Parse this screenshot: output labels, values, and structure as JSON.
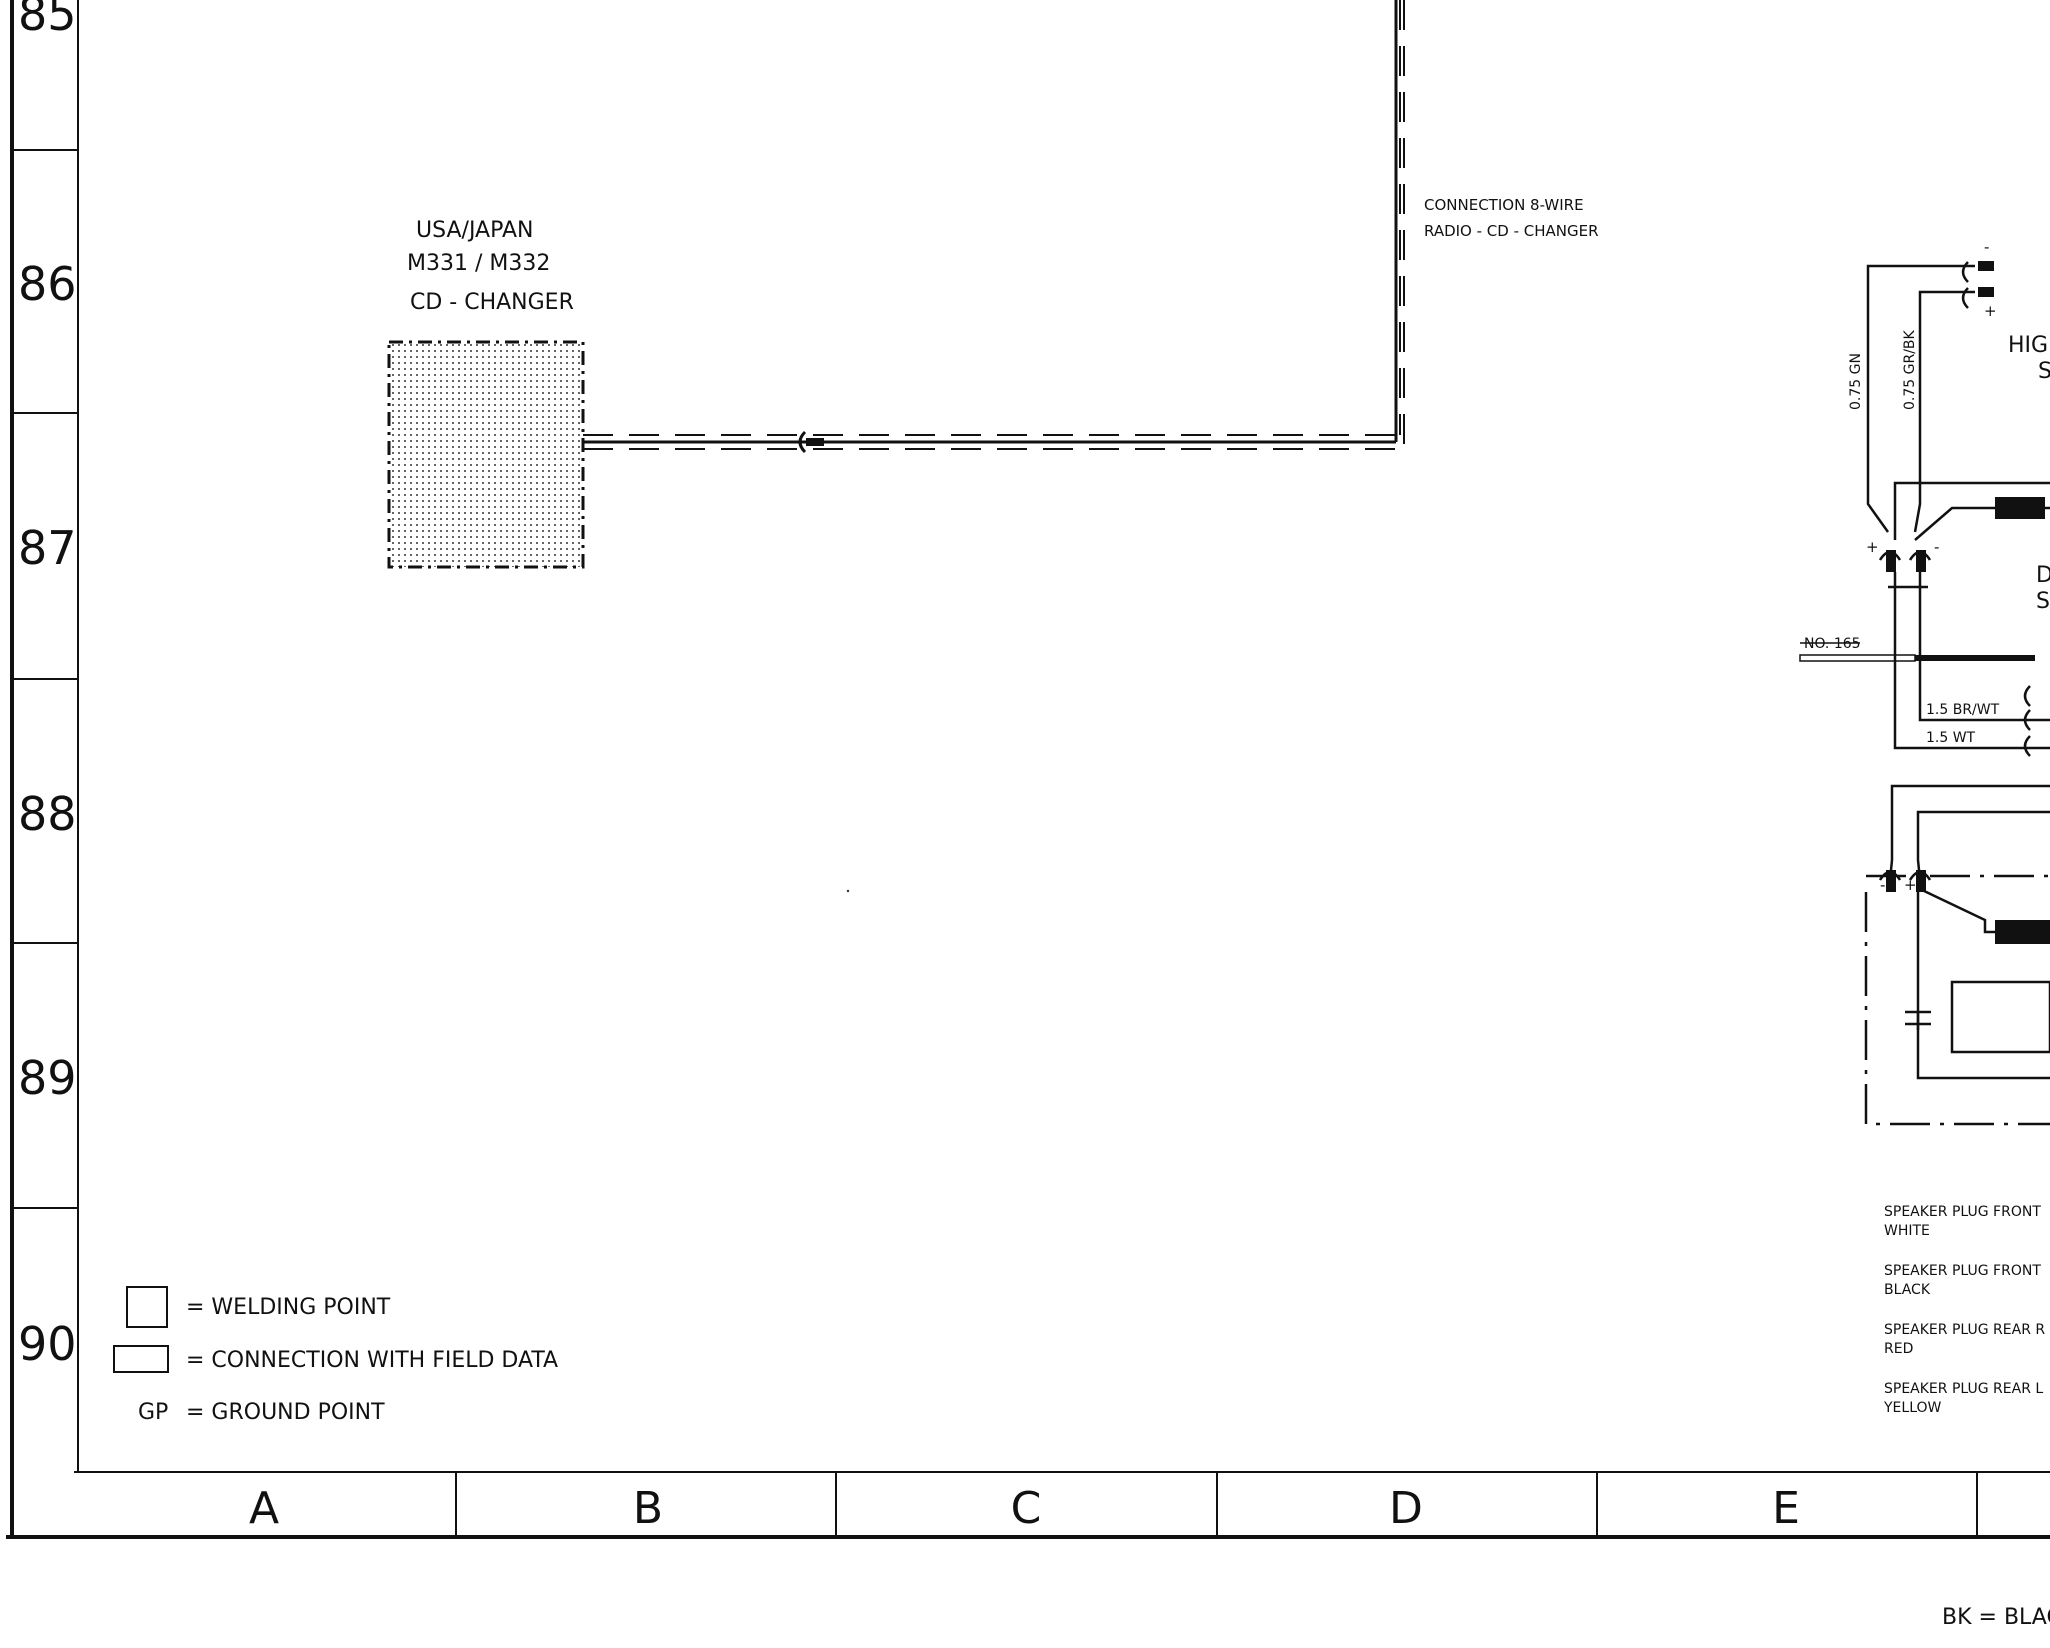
{
  "frame": {
    "rows": [
      "85",
      "86",
      "87",
      "88",
      "89",
      "90"
    ],
    "columns": [
      "A",
      "B",
      "C",
      "D",
      "E"
    ]
  },
  "cd_changer": {
    "region": "USA/JAPAN",
    "model": "M331 / M332",
    "name": "CD - CHANGER"
  },
  "connection": {
    "line1": "CONNECTION 8-WIRE",
    "line2": "RADIO - CD - CHANGER"
  },
  "right_side": {
    "high_label": "HIGH",
    "s_label": "S",
    "d_label": "D",
    "s2_label": "S",
    "wire_gn": "0.75 GN",
    "wire_grbk": "0.75 GR/BK",
    "no_label": "NO. 165",
    "wire_brwt": "1.5 BR/WT",
    "wire_wt": "1.5 WT",
    "plus": "+",
    "minus": "-"
  },
  "speaker_plugs": [
    {
      "line1": "SPEAKER PLUG FRONT",
      "line2": "WHITE"
    },
    {
      "line1": "SPEAKER PLUG FRONT",
      "line2": "BLACK"
    },
    {
      "line1": "SPEAKER PLUG REAR R",
      "line2": "RED"
    },
    {
      "line1": "SPEAKER PLUG REAR L",
      "line2": "YELLOW"
    }
  ],
  "legend": {
    "welding": "= WELDING POINT",
    "connection": "= CONNECTION WITH FIELD DATA",
    "gp_abbr": "GP",
    "ground": "= GROUND POINT"
  },
  "color_key": "BK = BLACK"
}
